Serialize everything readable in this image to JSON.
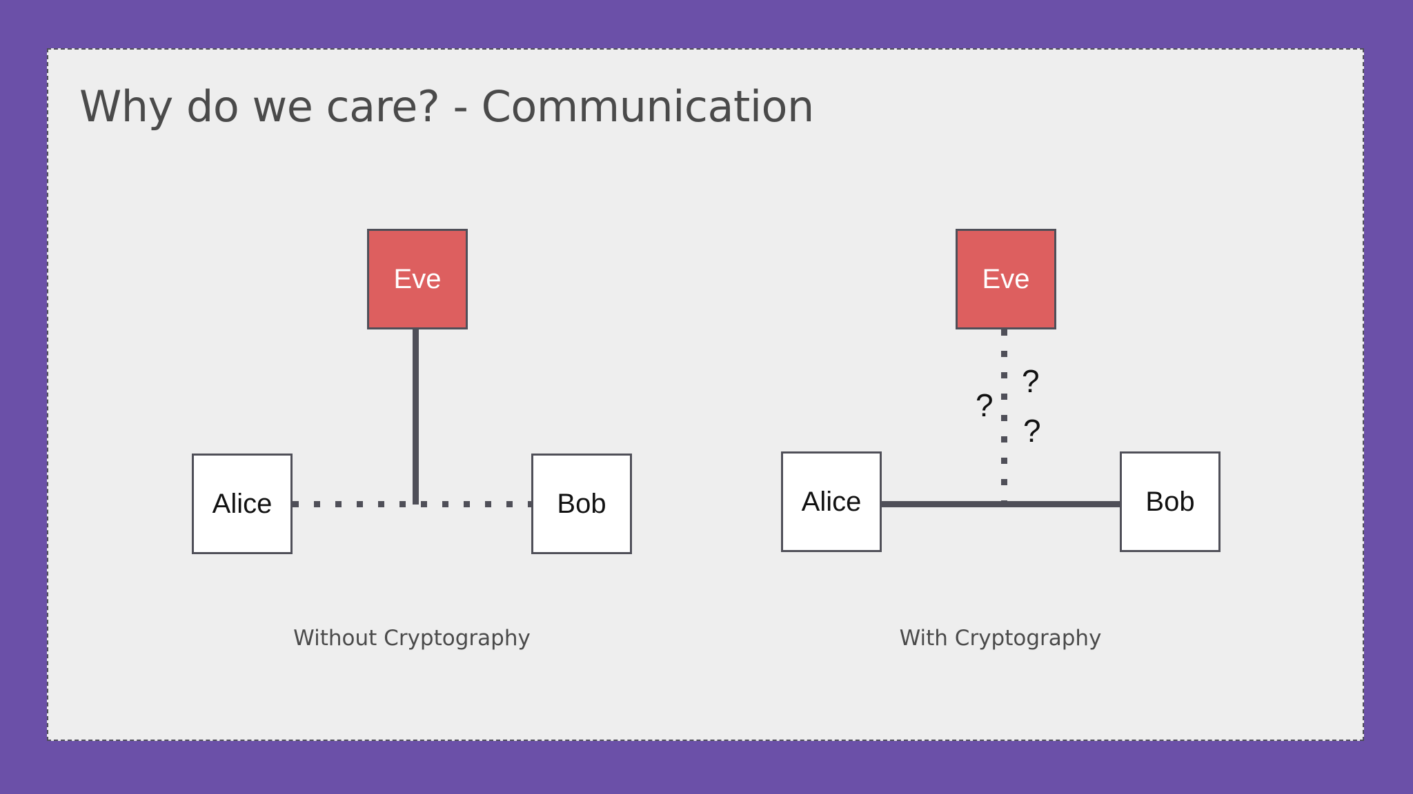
{
  "slide": {
    "title": "Why do we care? - Communication",
    "background_color": "#6b50a8",
    "panel_color": "#eeeeee",
    "panel_border_color": "#4f4f58",
    "title_color": "#4a4a4a"
  },
  "palette": {
    "eve_fill": "#dd5f5f",
    "eve_text": "#ffffff",
    "node_fill": "#ffffff",
    "node_text": "#111111",
    "stroke": "#4f4f58",
    "caption_text": "#4a4a4a"
  },
  "diagrams": [
    {
      "id": "without-cryptography",
      "caption": "Without Cryptography",
      "nodes": {
        "alice": "Alice",
        "bob": "Bob",
        "eve": "Eve"
      },
      "links": {
        "alice_bob": "dotted",
        "eve_tap": "solid"
      },
      "question_marks": []
    },
    {
      "id": "with-cryptography",
      "caption": "With Cryptography",
      "nodes": {
        "alice": "Alice",
        "bob": "Bob",
        "eve": "Eve"
      },
      "links": {
        "alice_bob": "solid",
        "eve_tap": "dotted"
      },
      "question_marks": [
        "?",
        "?",
        "?"
      ]
    }
  ]
}
